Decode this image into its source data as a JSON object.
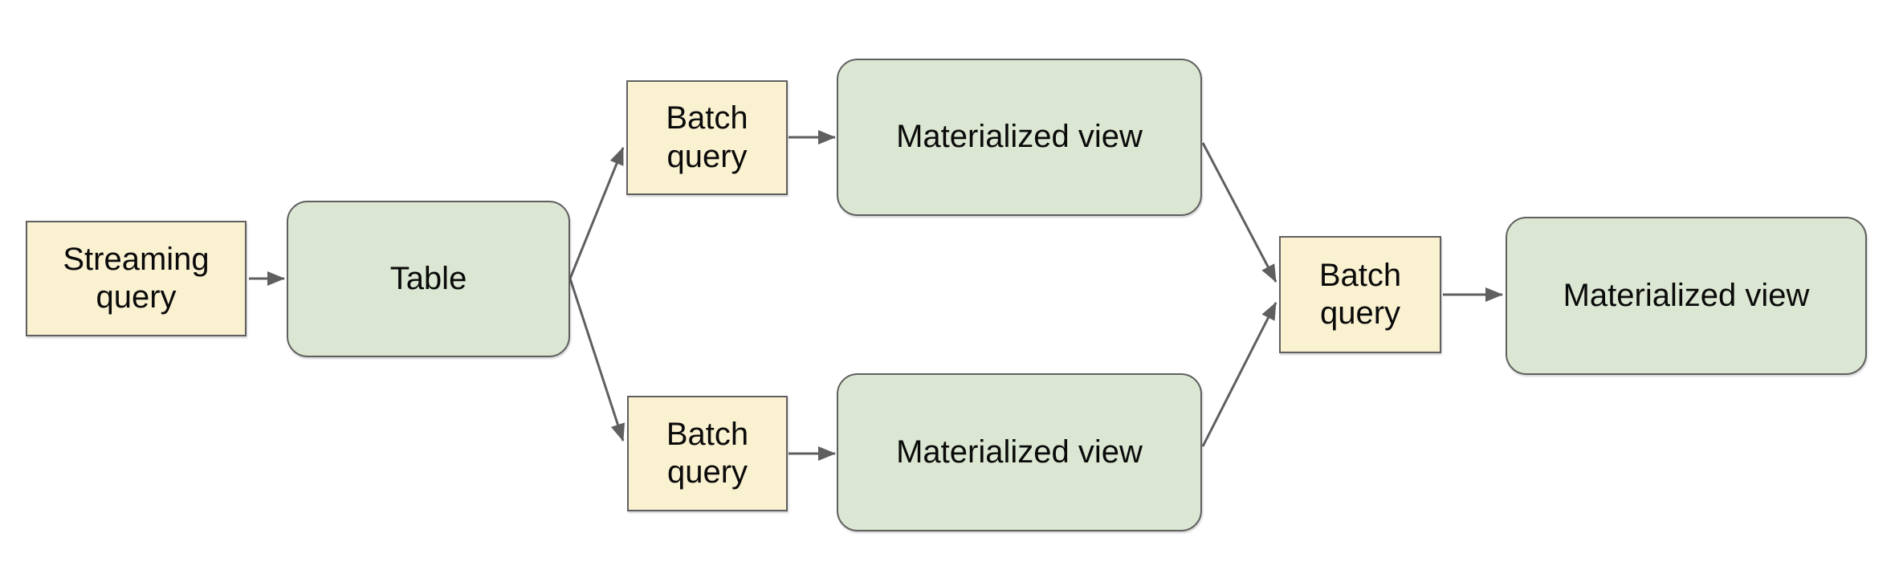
{
  "diagram": {
    "colors": {
      "background": "#ffffff",
      "query_fill": "#faf1d1",
      "view_fill": "#dbe7d2",
      "shape_border": "#5f5f5f",
      "edge_color": "#5f5f5f",
      "text_color": "#0a0a0a"
    },
    "nodes": [
      {
        "id": "streaming-query",
        "label": "Streaming query",
        "kind": "query"
      },
      {
        "id": "table",
        "label": "Table",
        "kind": "view"
      },
      {
        "id": "batch-query-top",
        "label": "Batch query",
        "kind": "query"
      },
      {
        "id": "materialized-view-top",
        "label": "Materialized view",
        "kind": "view"
      },
      {
        "id": "batch-query-bottom",
        "label": "Batch query",
        "kind": "query"
      },
      {
        "id": "materialized-view-bottom",
        "label": "Materialized view",
        "kind": "view"
      },
      {
        "id": "batch-query-final",
        "label": "Batch query",
        "kind": "query"
      },
      {
        "id": "materialized-view-final",
        "label": "Materialized view",
        "kind": "view"
      }
    ],
    "edges": [
      {
        "from": "streaming-query",
        "to": "table"
      },
      {
        "from": "table",
        "to": "batch-query-top"
      },
      {
        "from": "table",
        "to": "batch-query-bottom"
      },
      {
        "from": "batch-query-top",
        "to": "materialized-view-top"
      },
      {
        "from": "batch-query-bottom",
        "to": "materialized-view-bottom"
      },
      {
        "from": "materialized-view-top",
        "to": "batch-query-final"
      },
      {
        "from": "materialized-view-bottom",
        "to": "batch-query-final"
      },
      {
        "from": "batch-query-final",
        "to": "materialized-view-final"
      }
    ]
  }
}
